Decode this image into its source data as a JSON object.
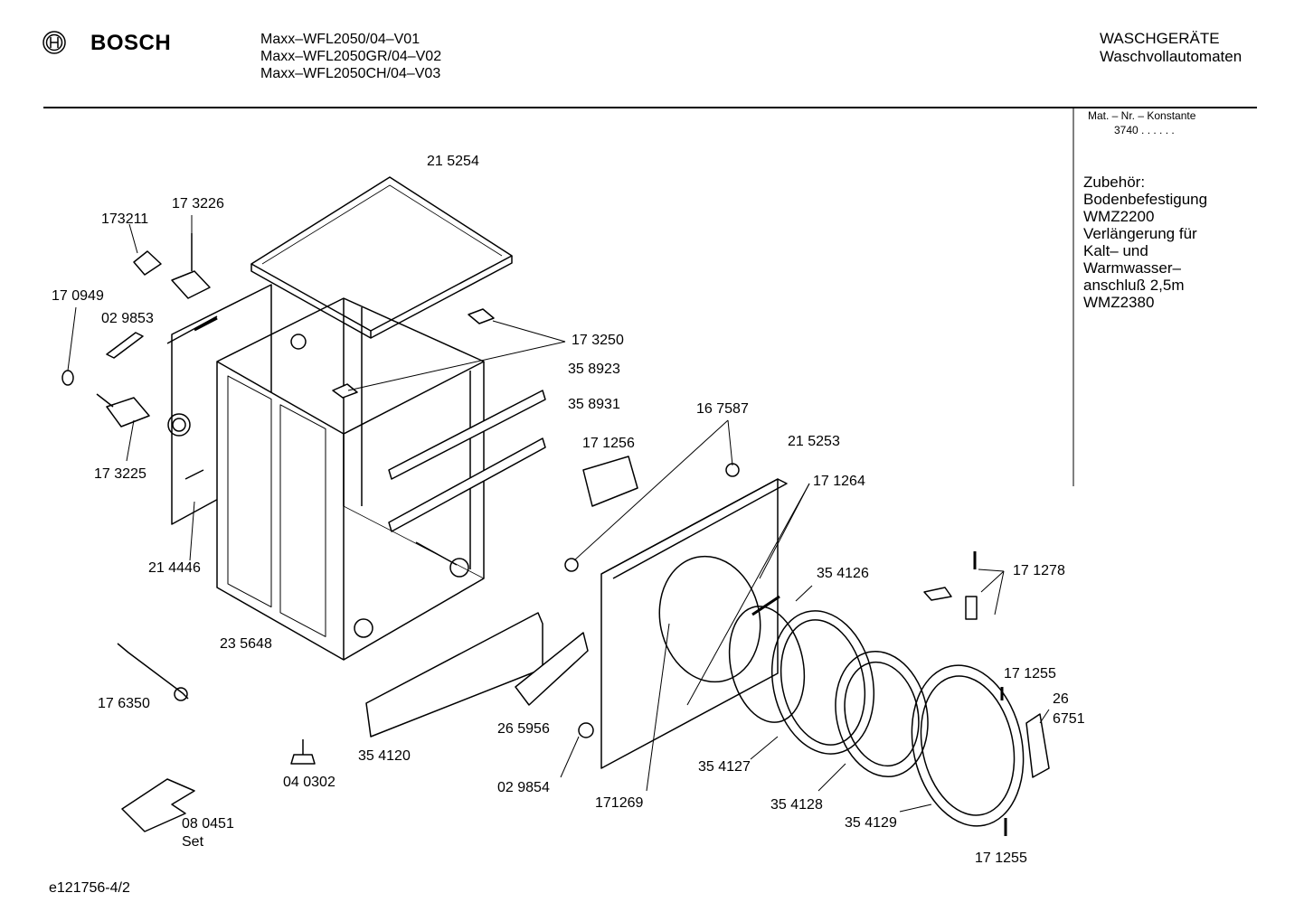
{
  "header": {
    "brand": "BOSCH",
    "models": [
      "Maxx–WFL2050/04–V01",
      "Maxx–WFL2050GR/04–V02",
      "Maxx–WFL2050CH/04–V03"
    ],
    "category": "WASCHGERÄTE",
    "subcategory": "Waschvollautomaten"
  },
  "sidebar": {
    "mat_label": "Mat. – Nr. – Konstante",
    "mat_value": "3740 .  .    .  .  .  .",
    "accessories": [
      "Zubehör:",
      "Bodenbefestigung",
      "WMZ2200",
      "Verlängerung für",
      "Kalt– und",
      "Warmwasser–",
      "anschluß 2,5m",
      "WMZ2380"
    ]
  },
  "parts": {
    "p215254": "21 5254",
    "p173211": "173211",
    "p173226": "17 3226",
    "p170949": "17 0949",
    "p029853": "02 9853",
    "p173250": "17 3250",
    "p358923": "35 8923",
    "p358931": "35 8931",
    "p173225": "17 3225",
    "p214446": "21 4446",
    "p167587": "16 7587",
    "p171256": "17 1256",
    "p215253": "21 5253",
    "p171264": "17 1264",
    "p235648": "23 5648",
    "p354126": "35 4126",
    "p171278": "17 1278",
    "p176350": "17 6350",
    "p171255a": "17 1255",
    "p26": "26",
    "p6751": "6751",
    "p265956": "26 5956",
    "p354120": "35 4120",
    "p354127": "35 4127",
    "p040302": "04 0302",
    "p029854": "02 9854",
    "p171269": "171269",
    "p354128": "35 4128",
    "p354129": "35 4129",
    "p080451": "08 0451",
    "set": "Set",
    "p171255b": "17 1255"
  },
  "footer": {
    "drawing_id": "e121756-4/2"
  }
}
